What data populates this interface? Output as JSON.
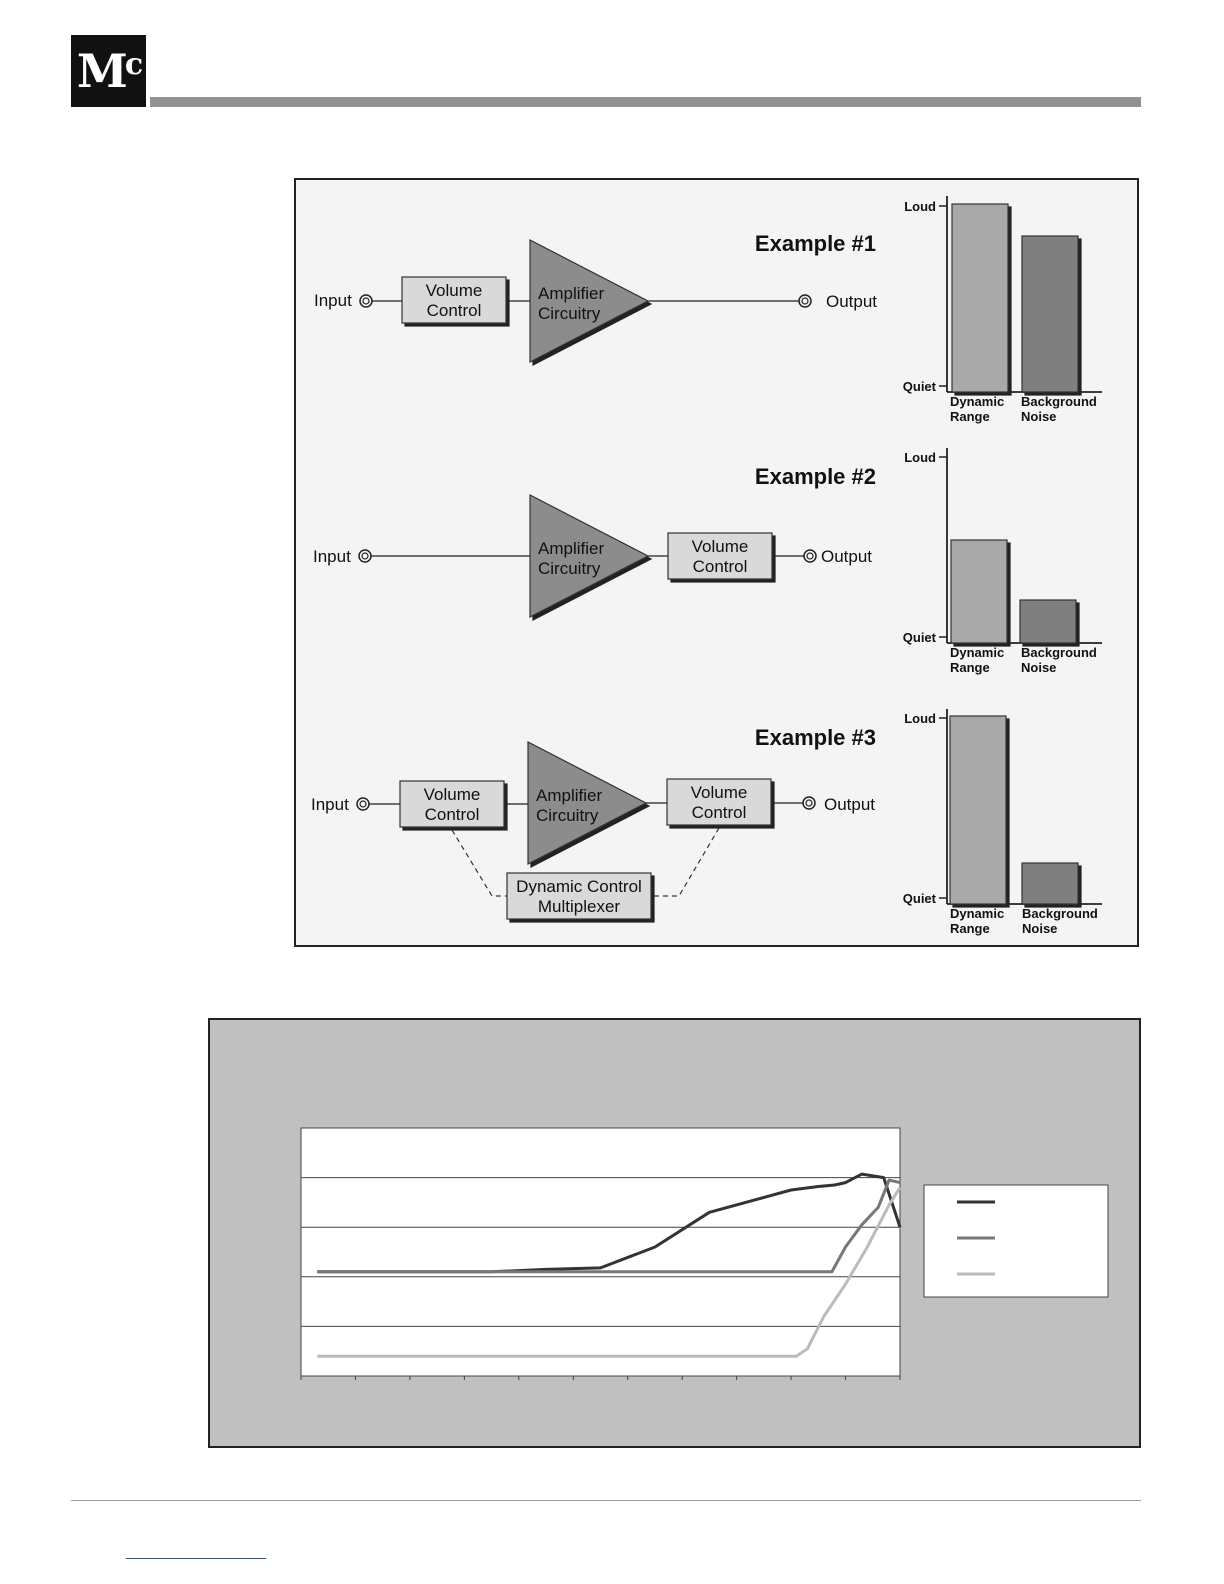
{
  "logo": {
    "main": "M",
    "accent": "c"
  },
  "examples": [
    {
      "title": "Example #1",
      "input_label": "Input",
      "output_label": "Output",
      "blocks": [
        "Volume Control",
        "Amplifier Circuitry"
      ],
      "scale": {
        "loud": "Loud",
        "quiet": "Quiet"
      },
      "bars": [
        {
          "label_line1": "Dynamic",
          "label_line2": "Range",
          "level": 1.0
        },
        {
          "label_line1": "Background",
          "label_line2": "Noise",
          "level": 0.83
        }
      ]
    },
    {
      "title": "Example #2",
      "input_label": "Input",
      "output_label": "Output",
      "blocks": [
        "Amplifier Circuitry",
        "Volume Control"
      ],
      "scale": {
        "loud": "Loud",
        "quiet": "Quiet"
      },
      "bars": [
        {
          "label_line1": "Dynamic",
          "label_line2": "Range",
          "level": 0.55
        },
        {
          "label_line1": "Background",
          "label_line2": "Noise",
          "level": 0.23
        }
      ]
    },
    {
      "title": "Example #3",
      "input_label": "Input",
      "output_label": "Output",
      "blocks": [
        "Volume Control",
        "Amplifier Circuitry",
        "Volume Control"
      ],
      "multiplexer": "Dynamic Control Multiplexer",
      "scale": {
        "loud": "Loud",
        "quiet": "Quiet"
      },
      "bars": [
        {
          "label_line1": "Dynamic",
          "label_line2": "Range",
          "level": 1.0
        },
        {
          "label_line1": "Background",
          "label_line2": "Noise",
          "level": 0.22
        }
      ]
    }
  ],
  "chart_data": {
    "type": "line",
    "ylim": [
      0,
      5
    ],
    "xlim": [
      0,
      11
    ],
    "grid": true,
    "legend": "right",
    "series": [
      {
        "color": "#333333",
        "points": [
          [
            0.3,
            2.1
          ],
          [
            1,
            2.1
          ],
          [
            2,
            2.1
          ],
          [
            3,
            2.1
          ],
          [
            3.5,
            2.1
          ],
          [
            4.5,
            2.15
          ],
          [
            5.5,
            2.18
          ],
          [
            6.5,
            2.6
          ],
          [
            7.5,
            3.3
          ],
          [
            8.5,
            3.6
          ],
          [
            9,
            3.75
          ],
          [
            9.5,
            3.82
          ],
          [
            9.8,
            3.85
          ],
          [
            10,
            3.9
          ],
          [
            10.3,
            4.07
          ],
          [
            10.7,
            4.0
          ],
          [
            11,
            3.0
          ]
        ]
      },
      {
        "color": "#777777",
        "points": [
          [
            0.3,
            2.1
          ],
          [
            2,
            2.1
          ],
          [
            4,
            2.1
          ],
          [
            6,
            2.1
          ],
          [
            8,
            2.1
          ],
          [
            9.5,
            2.1
          ],
          [
            9.75,
            2.1
          ],
          [
            10,
            2.6
          ],
          [
            10.3,
            3.05
          ],
          [
            10.6,
            3.4
          ],
          [
            10.8,
            3.95
          ],
          [
            11,
            3.9
          ]
        ]
      },
      {
        "color": "#bbbbbb",
        "points": [
          [
            0.3,
            0.4
          ],
          [
            2,
            0.4
          ],
          [
            4,
            0.4
          ],
          [
            6,
            0.4
          ],
          [
            8,
            0.4
          ],
          [
            9.1,
            0.4
          ],
          [
            9.3,
            0.55
          ],
          [
            9.6,
            1.2
          ],
          [
            10,
            1.85
          ],
          [
            10.4,
            2.6
          ],
          [
            10.8,
            3.45
          ],
          [
            11,
            3.8
          ]
        ]
      }
    ]
  }
}
